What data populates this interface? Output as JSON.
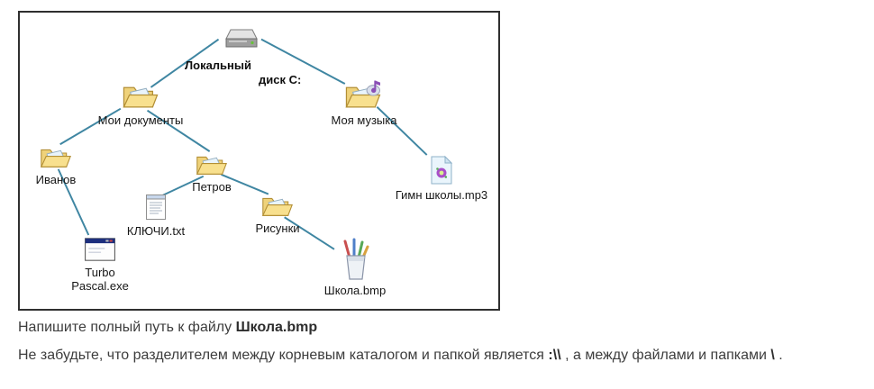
{
  "colors": {
    "edge_line": "#3f86a2",
    "diagram_border": "#2f2f2f",
    "folder_fill": "#f3d87e",
    "text": "#3d3d3d"
  },
  "diagram": {
    "nodes": {
      "disk": {
        "line1": "Локальный",
        "line2": "диск C:"
      },
      "docs": {
        "label": "Мои документы"
      },
      "music": {
        "label": "Моя музыка"
      },
      "ivanov": {
        "label": "Иванов"
      },
      "petrov": {
        "label": "Петров"
      },
      "kluchi": {
        "label": "КЛЮЧИ.txt"
      },
      "risunki": {
        "label": "Рисунки"
      },
      "gimn": {
        "label": "Гимн школы.mp3"
      },
      "turbo": {
        "line1": "Turbo",
        "line2": "Pascal.exe"
      },
      "shkola": {
        "label": "Школа.bmp"
      }
    }
  },
  "question": {
    "line1": {
      "prefix": "Напишите полный путь к файлу ",
      "filename": "Школа.bmp"
    },
    "line2": {
      "part1": "Не забудьте, что разделителем между корневым каталогом и папкой является ",
      "sep1": ":\\\\",
      "part2": " , а между файлами и папками ",
      "sep2": "\\",
      "part3": " ."
    }
  }
}
